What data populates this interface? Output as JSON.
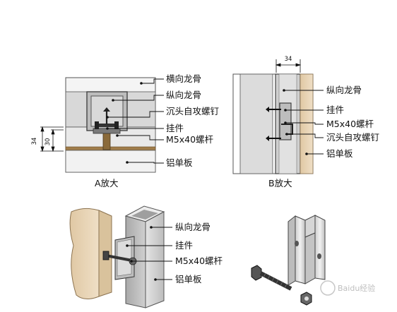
{
  "panel_a": {
    "labels": [
      "横向龙骨",
      "纵向龙骨",
      "沉头自攻螺钉",
      "挂件",
      "M5x40螺杆",
      "铝单板"
    ],
    "dim_outer": "34",
    "dim_inner": "30",
    "caption": "A放大"
  },
  "panel_b": {
    "labels": [
      "纵向龙骨",
      "挂件",
      "M5x40螺杆",
      "沉头自攻螺钉",
      "铝单板"
    ],
    "dim_top": "34",
    "caption": "B放大"
  },
  "panel_c": {
    "labels": [
      "纵向龙骨",
      "挂件",
      "M5x40螺杆",
      "铝单板"
    ]
  },
  "watermark": "Baidu经验",
  "colors": {
    "keel_grey": "#d9d9d9",
    "panel_tan": "#e8d5b6",
    "bracket_grey": "#c8c8c8",
    "bolt_dark": "#333333"
  }
}
